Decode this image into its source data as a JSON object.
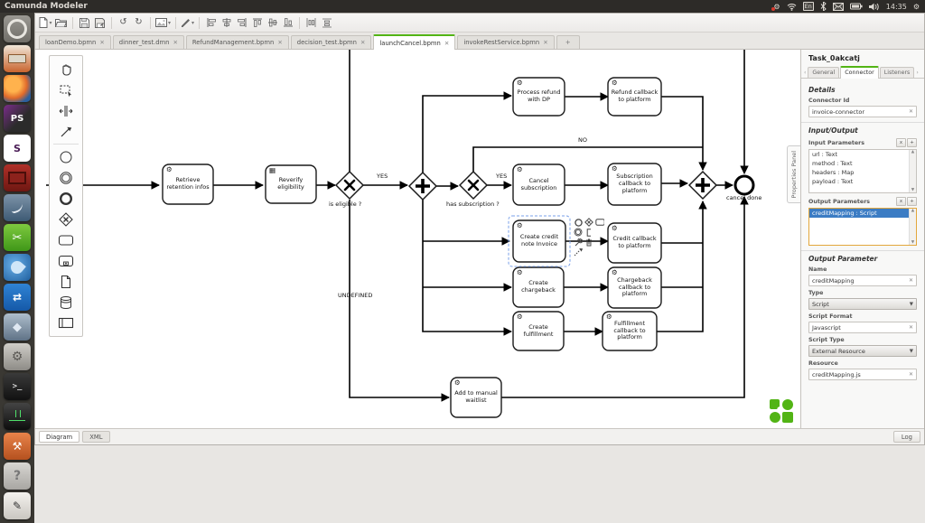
{
  "titlebar": {
    "title": "Camunda Modeler"
  },
  "tray": {
    "keyboard_indicator": "En",
    "clock": "14:35",
    "icons": [
      "software-updater-icon",
      "wifi-icon",
      "keyboard-layout-indicator",
      "bluetooth-icon",
      "mail-icon",
      "battery-icon",
      "volume-icon",
      "session-gear-icon"
    ]
  },
  "launcher": {
    "phpstorm_label": "PS",
    "slack_label": "S",
    "vbox_glyph": "◆",
    "tweak_glyph": "⚙",
    "terminal_label": ">_",
    "teamviewer_glyph": "⇄",
    "scissors_glyph": "✂",
    "toolbox_glyph": "⚒",
    "unknown_label": "?",
    "edit_glyph": "✎",
    "items": [
      "ubuntu-dash",
      "file-manager",
      "firefox",
      "phpstorm",
      "slack",
      "red-app",
      "mysql-workbench",
      "scissors-app",
      "thunderbird",
      "teamviewer",
      "virtualbox",
      "system-tweak",
      "terminal",
      "system-monitor",
      "toolbox-app",
      "unknown-app",
      "text-editor"
    ]
  },
  "toolbar": {
    "icons": [
      "new-file",
      "open-file",
      "save",
      "save-as",
      "undo",
      "redo",
      "export-image",
      "tool-brush",
      "align-left",
      "align-center",
      "align-right",
      "align-top",
      "align-middle",
      "align-bottom",
      "distribute-horizontal",
      "distribute-vertical"
    ],
    "undo_glyph": "↺",
    "redo_glyph": "↻",
    "caret_glyph": "▾"
  },
  "tabs": [
    {
      "label": "loanDemo.bpmn",
      "close": "✕",
      "active": false
    },
    {
      "label": "dinner_test.dmn",
      "close": "✕",
      "active": false
    },
    {
      "label": "RefundManagement.bpmn",
      "close": "✕",
      "active": false
    },
    {
      "label": "decision_test.bpmn",
      "close": "✕",
      "active": false
    },
    {
      "label": "launchCancel.bpmn",
      "close": "✕",
      "active": true
    },
    {
      "label": "invokeRestService.bpmn",
      "close": "✕",
      "active": false
    },
    {
      "label": "+",
      "active": false
    }
  ],
  "canvas": {
    "properties_panel_tab": "Properties Panel",
    "service_task_icon": "⚙",
    "business_rule_icon": "▦"
  },
  "diagram": {
    "nodes": [
      {
        "id": "retrieve",
        "label": "Retrieve retention infos",
        "type": "service-task"
      },
      {
        "id": "reverify",
        "label": "Reverify eligibility",
        "type": "business-rule-task"
      },
      {
        "id": "process_refund",
        "label": "Process refund with DP",
        "type": "service-task"
      },
      {
        "id": "refund_cb",
        "label": "Refund callback to platform",
        "type": "service-task"
      },
      {
        "id": "cancel_sub",
        "label": "Cancel subscription",
        "type": "service-task"
      },
      {
        "id": "sub_cb",
        "label": "Subscription callback to platform",
        "type": "service-task"
      },
      {
        "id": "credit_note",
        "label": "Create credit note Invoice",
        "type": "service-task",
        "selected": true
      },
      {
        "id": "credit_cb",
        "label": "Credit callback to platform",
        "type": "service-task"
      },
      {
        "id": "chargeback",
        "label": "Create chargeback",
        "type": "service-task"
      },
      {
        "id": "chargeback_cb",
        "label": "Chargeback callback to platform",
        "type": "service-task"
      },
      {
        "id": "fulfillment",
        "label": "Create fulfillment",
        "type": "service-task"
      },
      {
        "id": "fulfillment_cb",
        "label": "Fulfillment callback to platform",
        "type": "service-task"
      },
      {
        "id": "waitlist",
        "label": "Add to manual waitlist",
        "type": "service-task"
      }
    ],
    "gateways": [
      {
        "id": "is_eligible",
        "label": "is eligible ?",
        "type": "exclusive"
      },
      {
        "id": "fork",
        "type": "parallel"
      },
      {
        "id": "has_subscription",
        "label": "has subscription ?",
        "type": "exclusive"
      },
      {
        "id": "join",
        "type": "parallel"
      }
    ],
    "events": [
      {
        "id": "end",
        "label": "cancel done",
        "type": "end"
      }
    ],
    "edge_labels": {
      "yes1": "YES",
      "yes2": "YES",
      "no": "NO",
      "undefined": "UNDEFINED"
    }
  },
  "properties_panel": {
    "title": "Task_0akcatj",
    "scroll_left": "‹",
    "scroll_right": "›",
    "tabs": [
      {
        "label": "General"
      },
      {
        "label": "Connector"
      },
      {
        "label": "Listeners"
      }
    ],
    "details": {
      "heading": "Details",
      "connector_id_label": "Connector Id",
      "connector_id_value": "invoice-connector"
    },
    "io": {
      "heading": "Input/Output",
      "input_parameters_label": "Input Parameters",
      "input_parameters": [
        "url : Text",
        "method : Text",
        "headers : Map",
        "payload : Text"
      ],
      "output_parameters_label": "Output Parameters",
      "output_parameters": [
        "creditMapping : Script"
      ],
      "remove_label": "x",
      "add_label": "+",
      "scroll_up": "▲",
      "scroll_down": "▼"
    },
    "output_parameter": {
      "heading": "Output Parameter",
      "name_label": "Name",
      "name_value": "creditMapping",
      "type_label": "Type",
      "type_value": "Script",
      "script_format_label": "Script Format",
      "script_format_value": "Javascript",
      "script_type_label": "Script Type",
      "script_type_value": "External Resource",
      "resource_label": "Resource",
      "resource_value": "creditMapping.js",
      "clear_glyph": "✕",
      "dropdown_glyph": "▼"
    }
  },
  "bottom_bar": {
    "tabs": [
      {
        "label": "Diagram",
        "active": true
      },
      {
        "label": "XML",
        "active": false
      }
    ],
    "log_label": "Log"
  }
}
